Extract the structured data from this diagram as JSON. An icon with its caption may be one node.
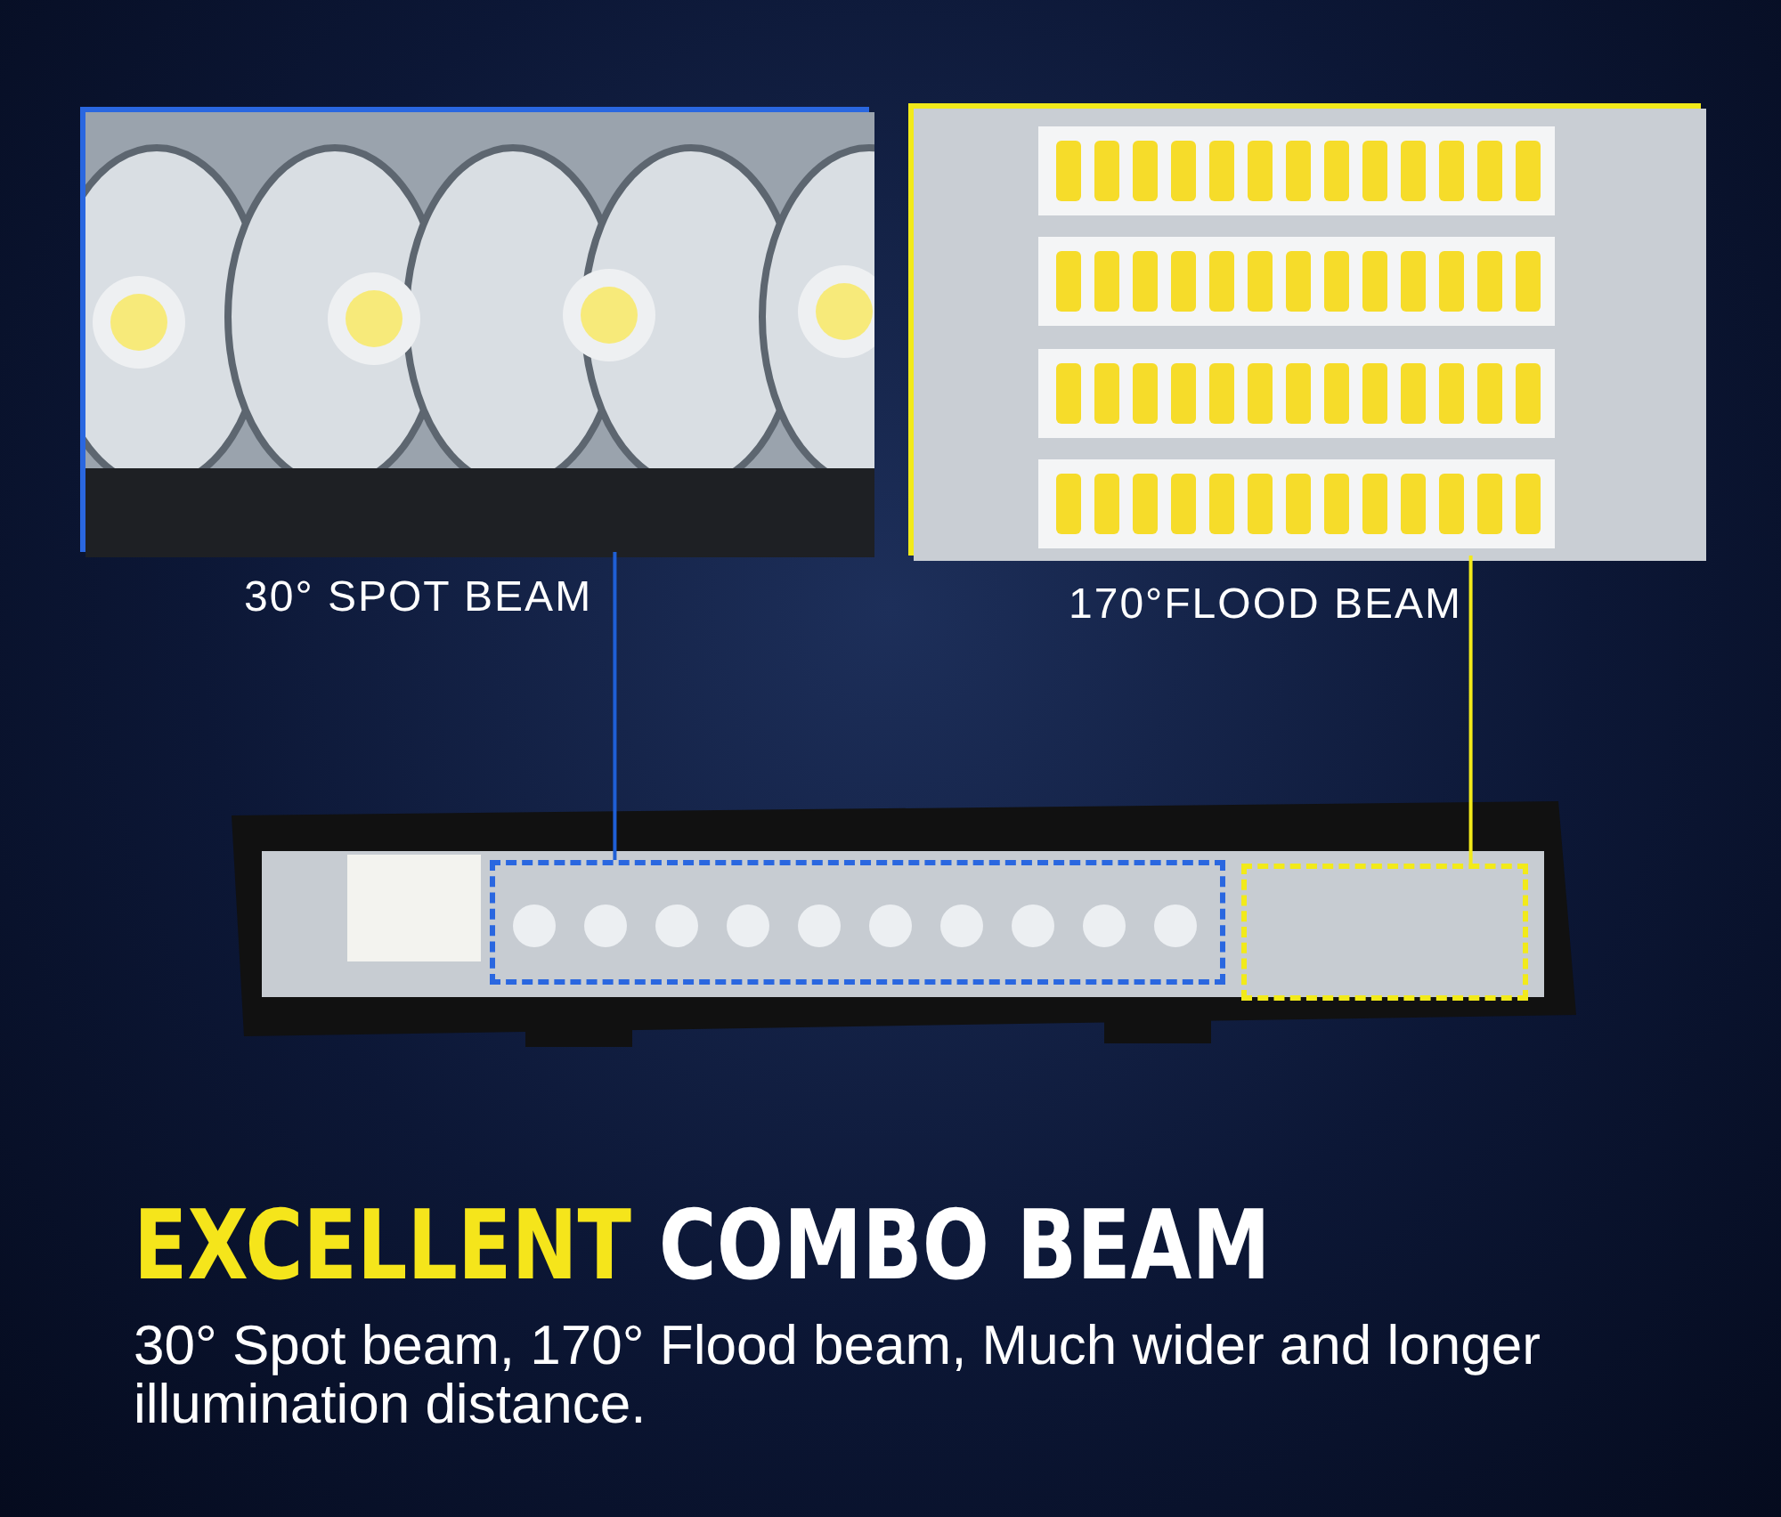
{
  "diagram": {
    "title": "EXCELLENT COMBO BEAM",
    "caption": "30° Spot beam, 170° Flood beam, Much wider and longer illumination distance.",
    "nodes": [
      {
        "text": [],
        "shape": "picture",
        "beside": [
          "30° SPOT BEAM"
        ]
      },
      {
        "text": [],
        "shape": "picture",
        "beside": [
          "170°FLOOD BEAM"
        ]
      },
      {
        "text": [],
        "shape": "picture"
      },
      {
        "text": [],
        "shape": "box",
        "in": 2
      },
      {
        "text": [],
        "shape": "box",
        "in": 2
      }
    ],
    "edges": [
      {
        "from": 0,
        "to": 3,
        "arrow": "none",
        "color": "#1f5fd6"
      },
      {
        "from": 1,
        "to": 4,
        "arrow": "none",
        "color": "#f2ea1a"
      }
    ]
  }
}
